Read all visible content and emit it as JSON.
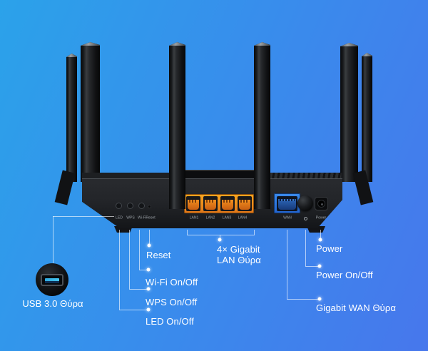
{
  "scene": {
    "description": "Rear view of a six-antenna Wi-Fi router with callout labels for ports and buttons",
    "background": {
      "gradient_start": "#2BA2EA",
      "gradient_mid": "#3A8AEC",
      "gradient_end": "#4777EC"
    }
  },
  "device": {
    "panel_labels": {
      "led": "LED",
      "wps": "WPS",
      "wifi": "Wi-Fi",
      "reset": "Reset",
      "lan": [
        "LAN1",
        "LAN2",
        "LAN3",
        "LAN4"
      ],
      "wan": "WAN",
      "power": "Power"
    },
    "colors": {
      "lan_port": "#F59E1E",
      "wan_port": "#2E7EE6",
      "body": "#1C1E21",
      "usb_tongue": "#3BBCE8"
    }
  },
  "callouts": {
    "usb": {
      "label": "USB 3.0 Θύρα"
    },
    "reset": {
      "label": "Reset"
    },
    "wifi": {
      "label": "Wi-Fi On/Off"
    },
    "wps": {
      "label": "WPS On/Off"
    },
    "led": {
      "label": "LED On/Off"
    },
    "lan": {
      "line1": "4× Gigabit",
      "line2": "LAN Θύρα"
    },
    "power_jack": {
      "label": "Power"
    },
    "power_switch": {
      "label": "Power On/Off"
    },
    "wan": {
      "label": "Gigabit WAN Θύρα"
    }
  }
}
